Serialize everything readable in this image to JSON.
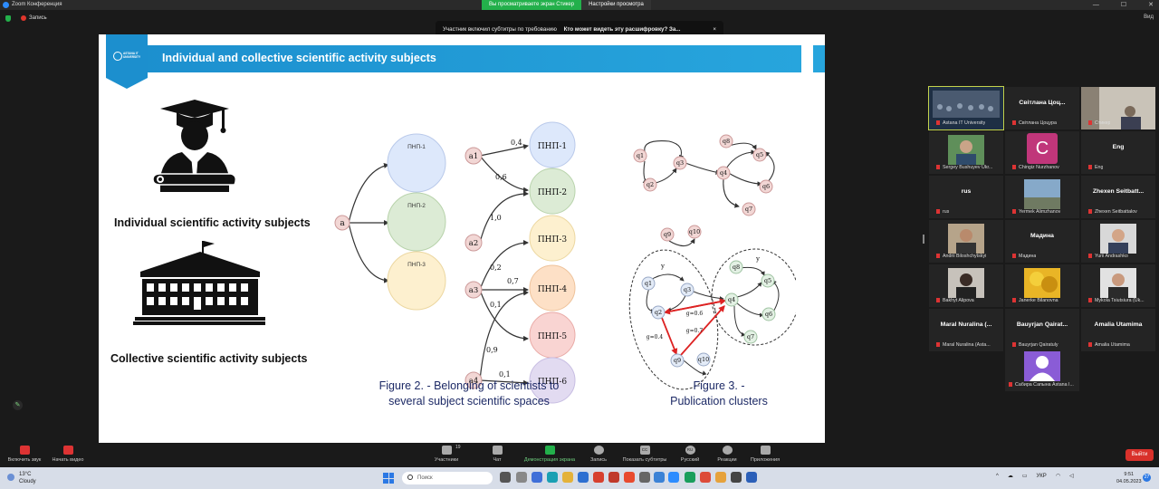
{
  "window": {
    "title": "Zoom Конференция",
    "min": "—",
    "max": "☐",
    "close": "✕"
  },
  "share_bar": {
    "viewing": "Вы просматриваете экран Стикер",
    "settings": "Настройки просмотра"
  },
  "recording": {
    "label": "Запись"
  },
  "view_label": "Вид",
  "notice": {
    "text": "Участник включил субтитры по требованию",
    "question": "Кто может видеть эту расшифровку? За...",
    "close": "×"
  },
  "slide": {
    "title": "Individual and collective scientific activity subjects",
    "logo_text": "ASTANA IT UNIVERSITY",
    "caption_individual": "Individual scientific activity subjects",
    "caption_collective": "Collective scientific activity subjects",
    "fig2_line1": "Figure 2. - Belonging of scientists to",
    "fig2_line2": "several subject scientific spaces",
    "fig3_line1": "Figure 3. -",
    "fig3_line2": "Publication clusters",
    "fig2": {
      "a_left": "a",
      "circles_left": [
        "ПНП-1",
        "ПНП-2",
        "ПНП-3"
      ],
      "a_nodes": [
        "a1",
        "a2",
        "a3",
        "a4"
      ],
      "circles_right": [
        "ПНП-1",
        "ПНП-2",
        "ПНП-3",
        "ПНП-4",
        "ПНП-5",
        "ПНП-6"
      ],
      "weights": [
        "0,4",
        "0,6",
        "1,0",
        "0,2",
        "0,7",
        "0,1",
        "0,9",
        "0,1"
      ]
    },
    "fig3": {
      "top_nodes": [
        "q1",
        "q2",
        "q3",
        "q4",
        "q5",
        "q6",
        "q7",
        "q8"
      ],
      "mid_nodes": [
        "q9",
        "q10"
      ],
      "bottom_nodes": [
        "q1",
        "q2",
        "q3",
        "q4",
        "q5",
        "q6",
        "q7",
        "q8",
        "q9",
        "q10"
      ],
      "y_label": "y",
      "weights": [
        "g=0.6",
        "g=0.4",
        "g=0.7"
      ]
    }
  },
  "participants": [
    {
      "name": "Astana IT University",
      "type": "video",
      "active": true
    },
    {
      "name": "Світлана Цоцура",
      "big": "Світлана Цоц..."
    },
    {
      "name": "Стикер",
      "type": "video"
    },
    {
      "name": "Sergey Bushuyev Ukr...",
      "type": "photo"
    },
    {
      "name": "Chingiz Nurzhanov",
      "avatar": "C"
    },
    {
      "name": "Eng",
      "big": "Eng"
    },
    {
      "name": "rus",
      "big": "rus"
    },
    {
      "name": "Yermek Alimzhanov",
      "type": "photo"
    },
    {
      "name": "Zhexen Seitbattalov",
      "big": "Zhexen Seitbatt..."
    },
    {
      "name": "Andrii Biloshchytskyi",
      "type": "photo"
    },
    {
      "name": "Мадина",
      "big": "Мадина"
    },
    {
      "name": "Yurii Andrashko",
      "type": "photo"
    },
    {
      "name": "Bakhyt Alipova",
      "type": "photo"
    },
    {
      "name": "Janerke Bilanovna",
      "type": "photo"
    },
    {
      "name": "Mykola Tsiutsiura (Uk...",
      "type": "photo"
    },
    {
      "name": "Maral Nuralina (Asta...",
      "big": "Maral Nuralina (..."
    },
    {
      "name": "Bauyrjan Qairatuly",
      "big": "Bauyrjan Qairat..."
    },
    {
      "name": "Amalia Utamima",
      "big": "Amalia Utamima"
    },
    {
      "name": "Сабира Сапына Astana I...",
      "type": "avatar"
    }
  ],
  "toolbar": {
    "unmute": "Включить звук",
    "start_video": "Начать видео",
    "participants": "Участники",
    "participants_count": "19",
    "chat": "Чат",
    "share": "Демонстрация экрана",
    "record": "Запись",
    "captions": "Показать субтитры",
    "captions_badge": "CC",
    "language": "Русский",
    "language_badge": "RU",
    "reactions": "Реакции",
    "apps": "Приложения",
    "leave": "Выйти"
  },
  "taskbar": {
    "temp": "13°C",
    "weather": "Cloudy",
    "search": "Поиск",
    "lang": "УКР",
    "time": "9:51",
    "date": "04.05.2023",
    "notifications": "27"
  },
  "colors": {
    "accent": "#2d8cff",
    "share_green": "#23b04b",
    "leave_red": "#d9312b",
    "slide_band": "#1c8fce"
  }
}
